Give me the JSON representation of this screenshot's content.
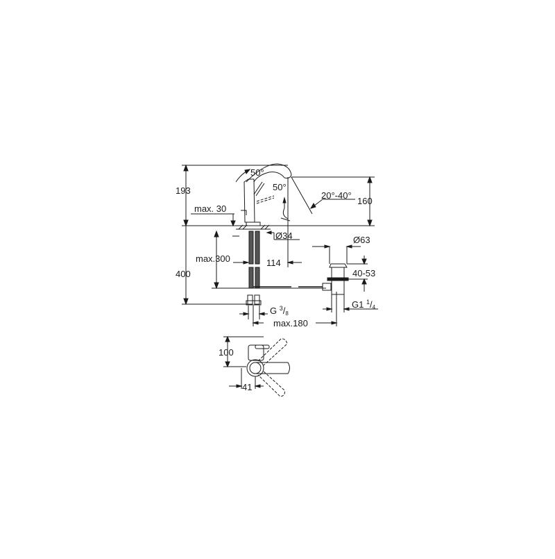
{
  "diagram": {
    "type": "technical-dimension-drawing",
    "subject": "single-lever basin mixer with pop-up waste",
    "line_color": "#1a1a1a",
    "background": "#ffffff",
    "side_view": {
      "dimensions": {
        "total_height": "193",
        "spout_height": "160",
        "max_deck_thickness": "max. 30",
        "lever_angle": "50°",
        "spout_swivel_angle": "50°",
        "spout_outlet_angle": "20°-40°",
        "hole_diameter": "Ø34",
        "spout_projection": "114",
        "max_hose_length": "max.300",
        "total_below_height": "400",
        "connection_thread": "G",
        "connection_thread_num": "3",
        "connection_thread_den": "8",
        "max_waste_distance": "max.180"
      }
    },
    "waste": {
      "dimensions": {
        "waste_diameter": "Ø63",
        "waste_adjust_range": "40-53",
        "waste_thread": "G1",
        "waste_thread_num": "1",
        "waste_thread_den": "4"
      }
    },
    "top_view": {
      "dimensions": {
        "depth": "100",
        "lever_offset": "41"
      }
    }
  }
}
